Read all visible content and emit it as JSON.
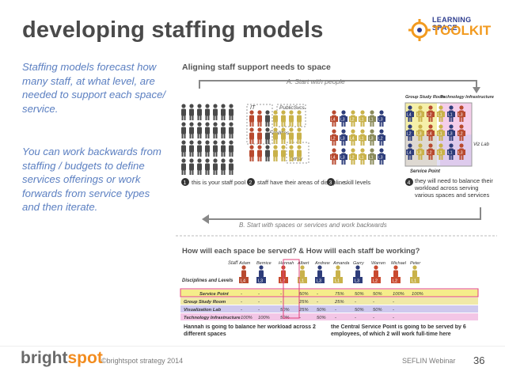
{
  "slide": {
    "title": "developing staffing models",
    "paragraph1": "Staffing models forecast how many staff, at what level, are needed to support each space/ service.",
    "paragraph2": "You can work backwards from staffing / budgets to define services offerings or work forwards from service types and then iterate."
  },
  "logo": {
    "line1": "LEARNING SPACE",
    "line2": "TOOLKIT"
  },
  "figure1": {
    "heading": "Aligning staff support needs to space",
    "arrow_top": "A. Start with people",
    "arrow_bottom": "B. Start with spaces or services and work backwards",
    "areas": [
      "IT",
      "PublicSvcs.",
      "Facilities",
      "Other"
    ],
    "space_labels": [
      "Group Study Room",
      "Technology Infrastructure",
      "Viz Lab",
      "Service Point"
    ],
    "steps": [
      {
        "num": "1",
        "text": "this is your staff pool"
      },
      {
        "num": "2",
        "text": "staff have their areas of discipline"
      },
      {
        "num": "3",
        "text": "... skill levels"
      },
      {
        "num": "4",
        "text": "they will need to balance their workload across serving various spaces and services"
      }
    ],
    "level_tags": [
      "L4",
      "L3",
      "L2",
      "L1",
      "L1",
      "L3",
      "L2",
      "L3",
      "L4",
      "L1",
      "L3",
      "L2"
    ]
  },
  "figure2": {
    "heading": "How will each space be served? & How will each staff be working?",
    "staff_header": "Staff",
    "row_header": "Disciplines and Levels",
    "staff": [
      "Adam",
      "Bernice",
      "Hannah",
      "Albert",
      "Andrew",
      "Amanda",
      "Garry",
      "Warren",
      "Michael",
      "Peter"
    ],
    "levels": [
      "L4",
      "L3",
      "L2",
      "L1",
      "L3",
      "L1",
      "L3",
      "L2",
      "L2",
      "L1"
    ],
    "rows": [
      {
        "name": "Service Point",
        "cells": [
          "-",
          "-",
          "-",
          "50%",
          "-",
          "75%",
          "50%",
          "50%",
          "100%",
          "100%"
        ]
      },
      {
        "name": "Group Study Room",
        "cells": [
          "-",
          "-",
          "-",
          "25%",
          "-",
          "25%",
          "-",
          "-",
          "-",
          ""
        ]
      },
      {
        "name": "Visualization Lab",
        "cells": [
          "-",
          "-",
          "50%",
          "25%",
          "50%",
          "-",
          "50%",
          "50%",
          "-",
          ""
        ]
      },
      {
        "name": "Technology Infrastructure",
        "cells": [
          "100%",
          "100%",
          "50%",
          "-",
          "50%",
          "-",
          "-",
          "-",
          "-",
          ""
        ]
      }
    ],
    "note_left": "Hannah is going to balance her workload across 2 different spaces",
    "note_right": "the Central Service Point is going to be served by 6 employees, of which 2 will work full-time here"
  },
  "footer": {
    "brand_a": "bright",
    "brand_b": "spot",
    "copyright": "©brightspot strategy 2014",
    "event": "SEFLIN Webinar",
    "page": "36"
  },
  "colors": {
    "title": "#4a4a4a",
    "body_text": "#5b7fc1",
    "brand_orange": "#f28c1f",
    "service_point_row": "#f5ed8a",
    "group_study_row": "#f0e9a8",
    "viz_lab_row": "#cfc9ee",
    "tech_row": "#f3c6e6"
  }
}
